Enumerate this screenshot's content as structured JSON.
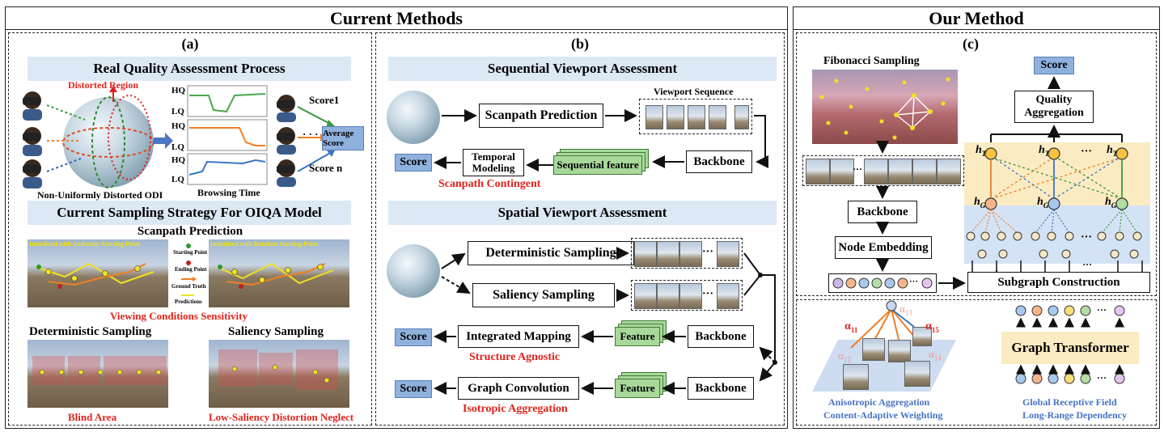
{
  "headers": {
    "current": "Current Methods",
    "ours": "Our Method"
  },
  "panel_a": {
    "label": "(a)",
    "band1": "Real Quality Assessment Process",
    "distorted_region": "Distorted Region",
    "odi_caption": "Non-Uniformly Distorted ODI",
    "hq": "HQ",
    "lq": "LQ",
    "browsing_time": "Browsing Time",
    "score1": "Score1",
    "scoren": "Score n",
    "dots": "· · ·",
    "average_score": "Average Score",
    "band2": "Current Sampling Strategy For OIQA Model",
    "scanpath_prediction": "Scanpath Prediction",
    "init_authentic": "Initialized with Authentic Starting Point",
    "init_random": "Initialized with Random Starting Point",
    "legend_start": "Starting Point",
    "legend_end": "Ending Point",
    "legend_gt": "Ground Truth",
    "legend_pred": "Predictions",
    "viewing_cond": "Viewing Conditions Sensitivity",
    "det_sampling": "Deterministic Sampling",
    "sal_sampling": "Saliency Sampling",
    "blind_area": "Blind Area",
    "low_saliency": "Low-Saliency Distortion Neglect"
  },
  "panel_b": {
    "label": "(b)",
    "band1": "Sequential Viewport Assessment",
    "viewport_sequence": "Viewport Sequence",
    "scanpath_prediction": "Scanpath Prediction",
    "temporal_modeling": "Temporal Modeling",
    "sequential_feature": "Sequential feature",
    "backbone": "Backbone",
    "score": "Score",
    "scanpath_contingent": "Scanpath Contingent",
    "band2": "Spatial Viewport Assessment",
    "det_sampling": "Deterministic Sampling",
    "sal_sampling": "Saliency Sampling",
    "integrated_mapping": "Integrated Mapping",
    "graph_convolution": "Graph Convolution",
    "feature": "Feature",
    "structure_agnostic": "Structure Agnostic",
    "isotropic_aggregation": "Isotropic Aggregation",
    "ellipsis": "···"
  },
  "panel_c": {
    "label": "(c)",
    "fibonacci": "Fibonacci Sampling",
    "score": "Score",
    "quality_aggregation": "Quality Aggregation",
    "backbone": "Backbone",
    "node_embedding": "Node Embedding",
    "subgraph_construction": "Subgraph Construction",
    "h_t": "h",
    "t_sub": "T",
    "g_sub": "G",
    "ellipsis": "···",
    "graph_transformer": "Graph Transformer",
    "alpha": "α",
    "a11": "11",
    "a12": "12",
    "a13": "13",
    "a14": "14",
    "a15": "15",
    "aniso1": "Anisotropic Aggregation",
    "aniso2": "Content-Adaptive Weighting",
    "global1": "Global Receptive Field",
    "global2": "Long-Range Dependency"
  },
  "colors": {
    "band": "#dce8f4",
    "score": "#8fb1dd",
    "feature": "#a8d89a",
    "accent_red": "#e0231b",
    "accent_blue": "#4a72c4",
    "yellow_panel": "#fbebc3",
    "blue_panel": "#d4e2f5"
  }
}
